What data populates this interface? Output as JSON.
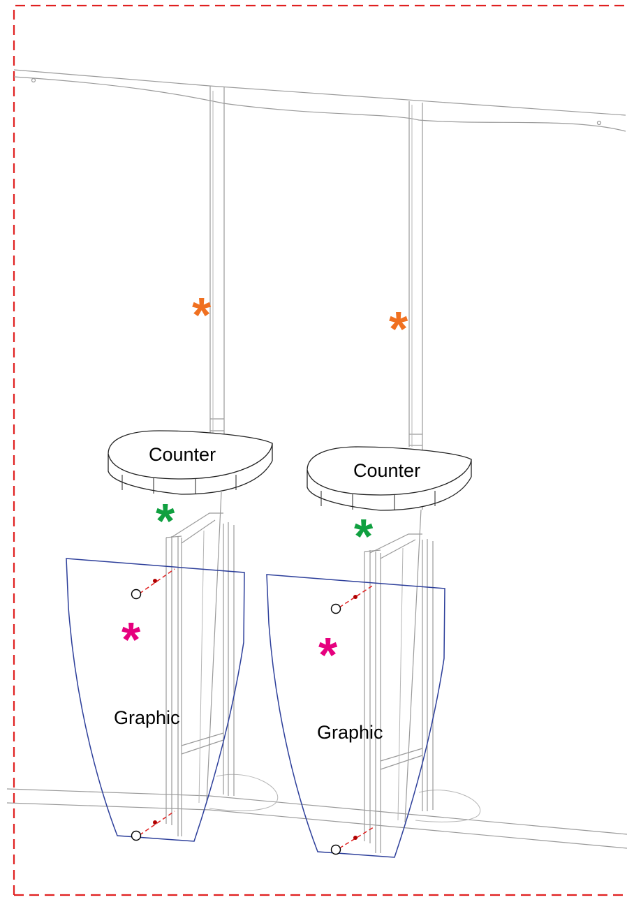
{
  "labels": {
    "counter_left": "Counter",
    "counter_right": "Counter",
    "graphic_left": "Graphic",
    "graphic_right": "Graphic"
  },
  "markers": {
    "glyph": "*",
    "orange_color": "#f07020",
    "green_color": "#10a040",
    "magenta_color": "#e6007e"
  },
  "colors": {
    "border_dash": "#e02020",
    "graphic_outline": "#2c3e9a",
    "frame_lines": "#9a9a9a"
  }
}
